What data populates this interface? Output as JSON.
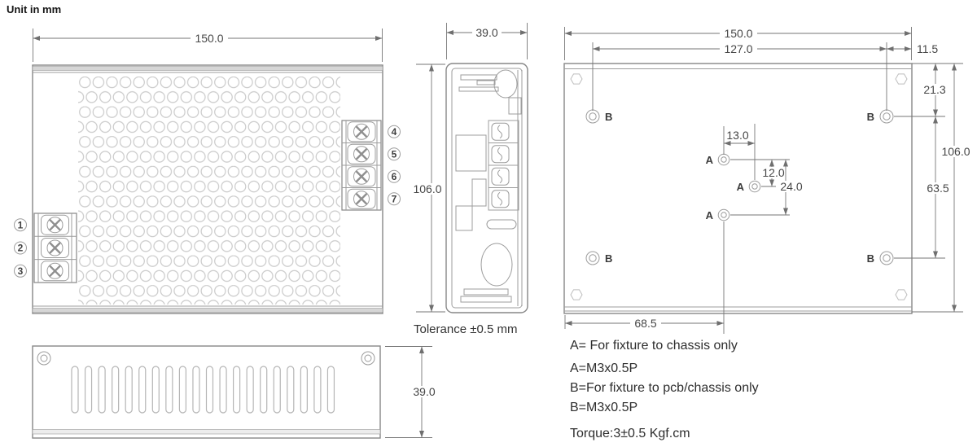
{
  "meta": {
    "unit_note": "Unit in mm",
    "tolerance_note": "Tolerance ±0.5 mm"
  },
  "front_view": {
    "dims": {
      "width": "150.0",
      "height": "106.0"
    },
    "input_terminals": [
      "1",
      "2",
      "3"
    ],
    "output_terminals": [
      "4",
      "5",
      "6",
      "7"
    ]
  },
  "side_view": {
    "dims": {
      "depth": "39.0"
    }
  },
  "bottom_view": {
    "dims": {
      "depth": "39.0"
    },
    "vent_slot_count": 20
  },
  "mounting_view": {
    "dims": {
      "width": "150.0",
      "hole_span_width": "127.0",
      "side_margin": "11.5",
      "top_to_hole": "21.3",
      "hole_span_height": "63.5",
      "height": "106.0",
      "a_hole_offset_x": "13.0",
      "a_hole_offset_y": "12.0",
      "a_hole_span": "24.0",
      "left_to_a_hole": "68.5"
    },
    "hole_a_label": "A",
    "hole_b_label": "B"
  },
  "notes": [
    "A= For fixture to chassis only",
    "A=M3x0.5P",
    "B=For fixture to pcb/chassis only",
    "B=M3x0.5P",
    "Torque:3±0.5 Kgf.cm"
  ]
}
